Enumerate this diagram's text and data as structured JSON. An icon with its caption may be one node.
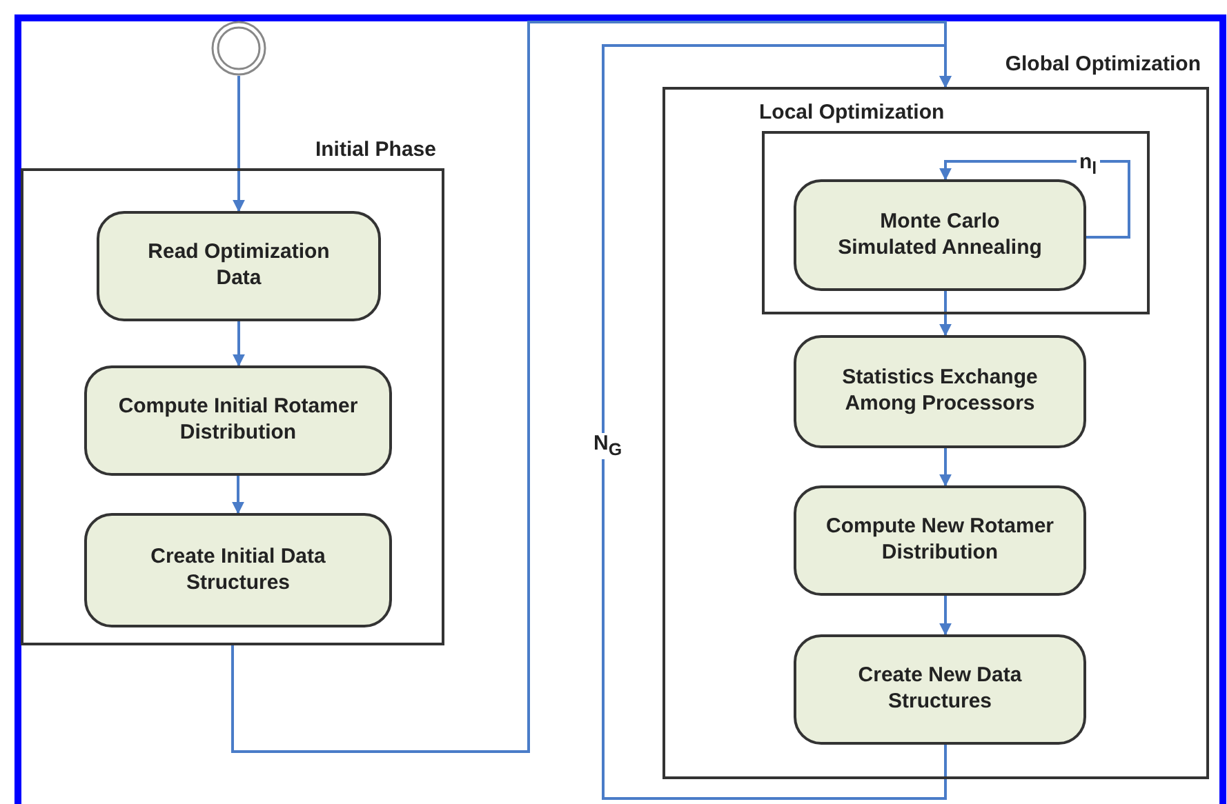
{
  "diagram": {
    "nodes": [
      {
        "text": [],
        "shape": "circle"
      },
      {
        "text": [
          "Initial Phase"
        ]
      },
      {
        "text": [
          "Read Optimization Data"
        ],
        "in": 1
      },
      {
        "text": [
          "Compute Initial Rotamer Distribution"
        ],
        "in": 1
      },
      {
        "text": [
          "Create Initial Data Structures"
        ],
        "in": 1
      },
      {
        "text": [
          "Global Optimization"
        ]
      },
      {
        "text": [
          "Local Optimization"
        ],
        "in": 5
      },
      {
        "text": [
          "Monte Carlo Simulated Annealing"
        ],
        "in": 6
      },
      {
        "text": [
          "Statistics Exchange Among Processors"
        ],
        "in": 5
      },
      {
        "text": [
          "Compute New Rotamer Distribution"
        ],
        "in": 5
      },
      {
        "text": [
          "Create New Data Structures"
        ],
        "in": 5
      }
    ],
    "edges": [
      {
        "from": 0,
        "to": 2,
        "arrow": "to"
      },
      {
        "from": 2,
        "to": 3,
        "arrow": "to"
      },
      {
        "from": 3,
        "to": 4,
        "arrow": "to"
      },
      {
        "from": 1,
        "to": 5,
        "arrow": "to"
      },
      {
        "from": 7,
        "to": 7,
        "arrow": "to",
        "label": "n$_{l}$"
      },
      {
        "from": 7,
        "to": 8,
        "arrow": "to"
      },
      {
        "from": 8,
        "to": 9,
        "arrow": "to"
      },
      {
        "from": 9,
        "to": 10,
        "arrow": "to"
      },
      {
        "from": 10,
        "to": 5,
        "arrow": "to",
        "label": "N$_{G}$"
      }
    ]
  }
}
